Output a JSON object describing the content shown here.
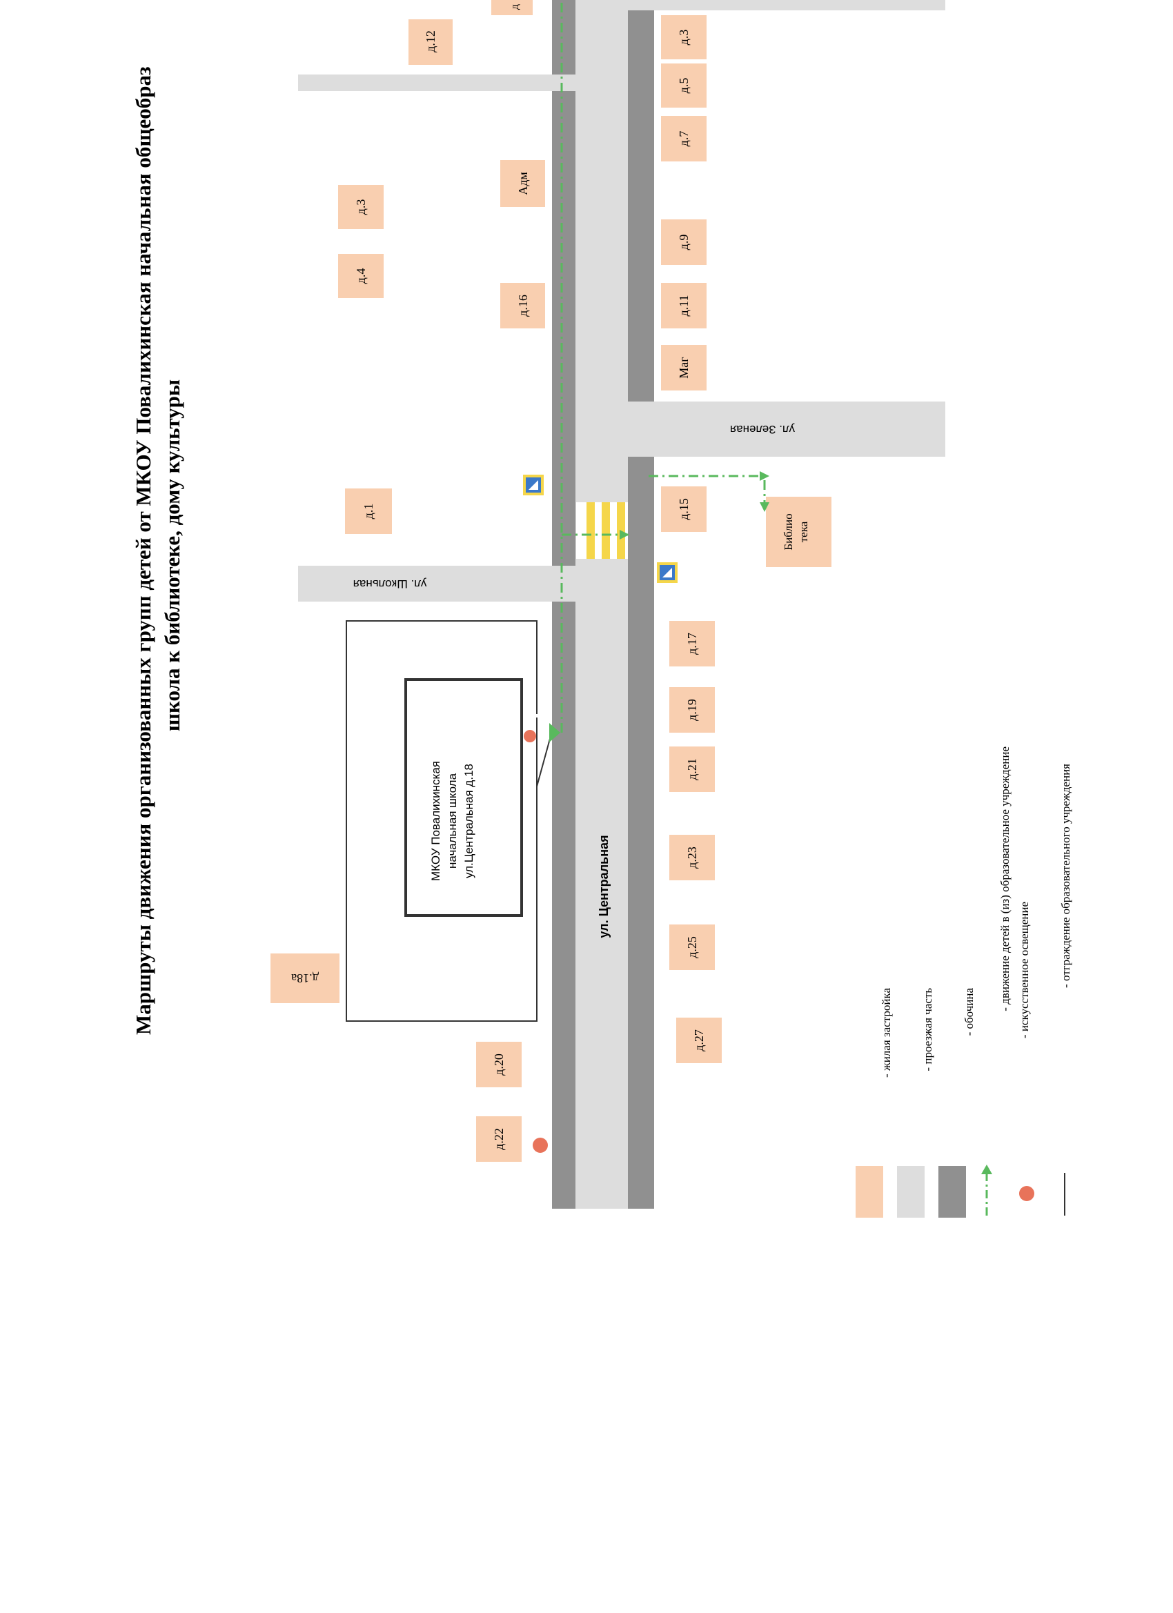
{
  "title": {
    "line1": "Маршруты движения организованных групп детей от МКОУ Повалихинская начальная общеобраз",
    "line2": "школа к библиотеке, дому культуры"
  },
  "streets": {
    "central": "ул. Центральная",
    "shkolnaya": "ул. Школьная",
    "zelenaya": "ул. Зеленая"
  },
  "school": {
    "line1": "МКОУ Повалихинская",
    "line2": "начальная школа",
    "line3": "ул.Центральная д.18"
  },
  "houses": {
    "d12": "д.12",
    "d3_left": "д.3",
    "d4": "д.4",
    "adm": "Адм",
    "d16": "д.16",
    "d1": "д.1",
    "d3_right": "д.3",
    "d5": "д.5",
    "d7": "д.7",
    "d9": "д.9",
    "d11": "д.11",
    "mag": "Маг",
    "d15": "д.15",
    "d17": "д.17",
    "d19": "д.19",
    "d21": "д.21",
    "d23": "д.23",
    "d25": "д.25",
    "d27": "д.27",
    "d18a": "д.18а",
    "d20": "д.20",
    "d22": "д.22",
    "library_line1": "Библио",
    "library_line2": "тека",
    "d_top": "д"
  },
  "legend": {
    "residential": "- жилая застройка",
    "roadway": "- проезжая часть",
    "shoulder": "- обочина",
    "movement": "- движение детей в (из) образовательное учреждение",
    "lighting": "- искусственное освещение",
    "fence": "- отграждение образовательного учреждения"
  },
  "colors": {
    "residential": "#f9cfb0",
    "roadway": "#dddddd",
    "shoulder": "#909090",
    "route": "#59b95d",
    "light": "#e8735a",
    "crosswalk": "#f5d64a",
    "sign": "#3b79c9"
  }
}
